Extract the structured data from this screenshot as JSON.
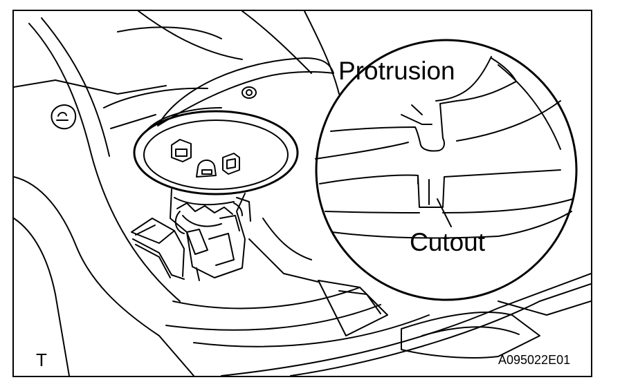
{
  "figure": {
    "callouts": {
      "protrusion": "Protrusion",
      "cutout": "Cutout"
    },
    "corner_mark": "T",
    "figure_code": "A095022E01"
  }
}
